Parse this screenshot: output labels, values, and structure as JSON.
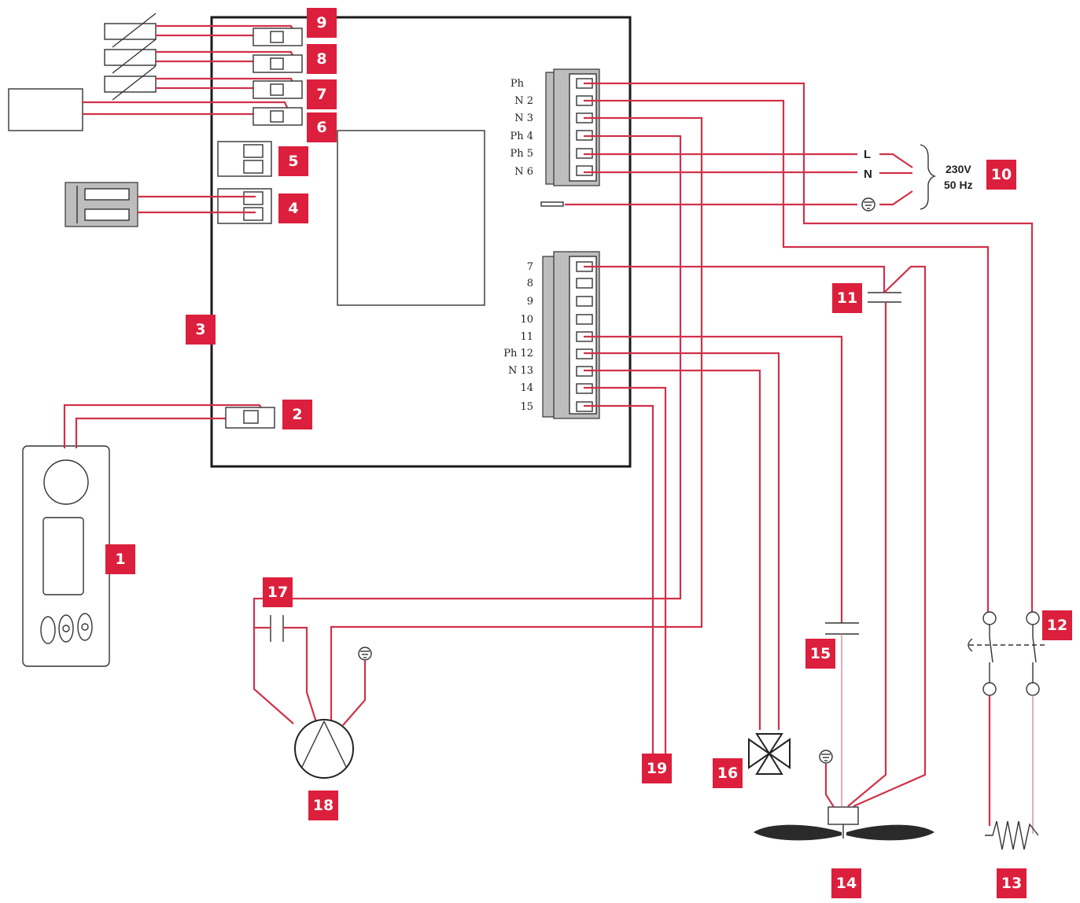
{
  "badges": [
    "1",
    "2",
    "3",
    "4",
    "5",
    "6",
    "7",
    "8",
    "9",
    "10",
    "11",
    "12",
    "13",
    "14",
    "15",
    "16",
    "17",
    "18",
    "19"
  ],
  "terminals_top": [
    "Ph",
    "N 2",
    "N 3",
    "Ph 4",
    "Ph 5",
    "N 6"
  ],
  "terminals_bottom": [
    "7",
    "8",
    "9",
    "10",
    "11",
    "Ph 12",
    "N 13",
    "14",
    "15"
  ],
  "mains": {
    "L": "L",
    "N": "N",
    "voltage": "230V",
    "frequency": "50 Hz"
  },
  "colors": {
    "wire": "#d0324a",
    "badge": "#dc1f3c"
  },
  "icons": [
    "ground-icon",
    "capacitor-icon",
    "compressor-icon",
    "valve-icon",
    "fan-icon",
    "heater-icon",
    "thermostat-switch-icon",
    "controller-panel-icon"
  ]
}
